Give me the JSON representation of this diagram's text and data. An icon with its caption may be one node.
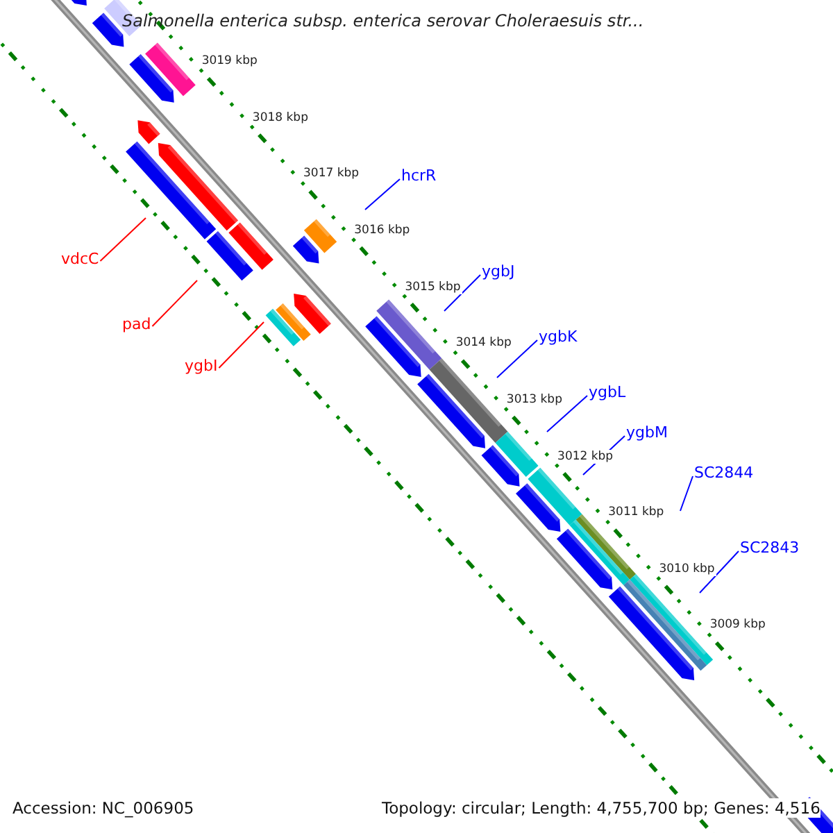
{
  "diagram": {
    "title": "Salmonella enterica subsp. enterica serovar Choleraesuis str...",
    "nodes": [
      {
        "text": [
          "hcrR"
        ]
      },
      {
        "text": [
          "ygbJ"
        ]
      },
      {
        "text": [
          "ygbK"
        ]
      },
      {
        "text": [
          "ygbL"
        ]
      },
      {
        "text": [
          "ygbM"
        ]
      },
      {
        "text": [
          "SC2844"
        ]
      },
      {
        "text": [
          "SC2843"
        ]
      },
      {
        "text": [
          "vdcC"
        ]
      },
      {
        "text": [
          "pad"
        ]
      },
      {
        "text": [
          "ygbI"
        ]
      }
    ],
    "edges": [
      {
        "from": 0,
        "to": null,
        "arrow": "none"
      },
      {
        "from": 1,
        "to": null,
        "arrow": "none"
      },
      {
        "from": 2,
        "to": null,
        "arrow": "none"
      },
      {
        "from": 3,
        "to": null,
        "arrow": "none"
      },
      {
        "from": 4,
        "to": null,
        "arrow": "none"
      },
      {
        "from": 5,
        "to": null,
        "arrow": "none"
      },
      {
        "from": 6,
        "to": null,
        "arrow": "none"
      },
      {
        "from": 7,
        "to": null,
        "arrow": "none",
        "color": "#ff0000"
      },
      {
        "from": 8,
        "to": null,
        "arrow": "none",
        "color": "#ff0000"
      },
      {
        "from": 9,
        "to": null,
        "arrow": "none",
        "color": "#ff0000"
      }
    ],
    "labels": [
      "3019 kbp",
      "3018 kbp",
      "3017 kbp",
      "3016 kbp",
      "3015 kbp",
      "3014 kbp",
      "3013 kbp",
      "3012 kbp",
      "3011 kbp",
      "3010 kbp",
      "3009 kbp",
      "Accession: NC_006905",
      "Topology: circular; Length: 4,755,700 bp; Genes: 4,516"
    ]
  }
}
